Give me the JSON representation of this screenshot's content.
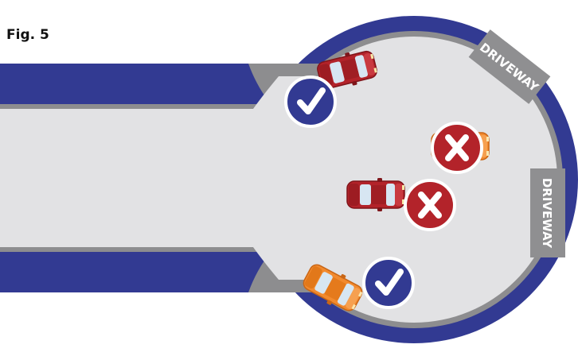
{
  "figure": {
    "label": "Fig. 5"
  },
  "driveways": [
    {
      "label": "DRIVEWAY"
    },
    {
      "label": "DRIVEWAY"
    }
  ],
  "vehicles": [
    {
      "color": "red",
      "verdict": "correct"
    },
    {
      "color": "orange",
      "verdict": "incorrect"
    },
    {
      "color": "red",
      "verdict": "incorrect"
    },
    {
      "color": "orange",
      "verdict": "correct"
    }
  ],
  "colors": {
    "curb": "#323a92",
    "gutter": "#8d8d8f",
    "pavement": "#e2e2e4",
    "red_car": "#b3232a",
    "orange_car": "#f28a2e",
    "check_badge": "#323a92",
    "cross_badge": "#b3232a",
    "driveway_sign": "#8f8f91"
  }
}
